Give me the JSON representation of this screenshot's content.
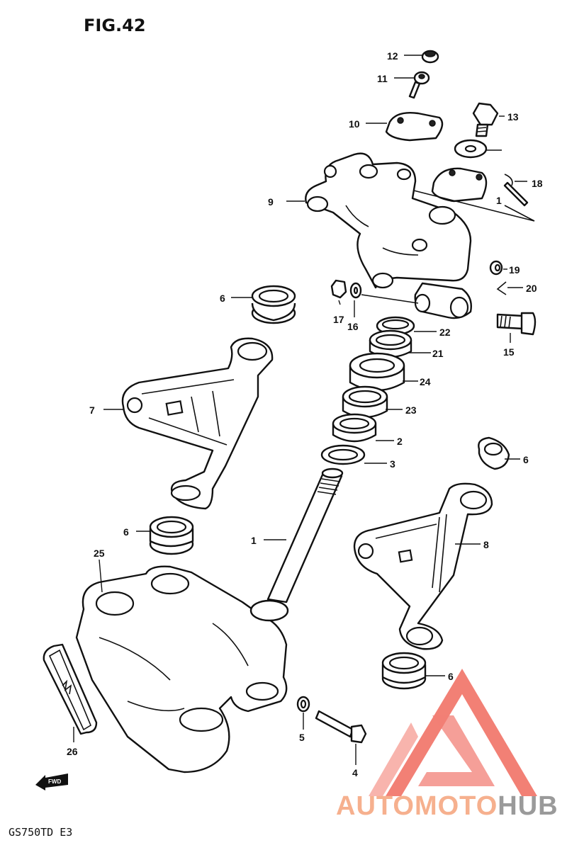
{
  "figure": {
    "title": "FIG.42",
    "model": "GS750TD  E3",
    "fwd": "FWD"
  },
  "labels": [
    {
      "id": "12",
      "text": "12"
    },
    {
      "id": "11",
      "text": "11"
    },
    {
      "id": "10",
      "text": "10"
    },
    {
      "id": "13",
      "text": "13"
    },
    {
      "id": "18",
      "text": "18"
    },
    {
      "id": "1a",
      "text": "1"
    },
    {
      "id": "9",
      "text": "9"
    },
    {
      "id": "19",
      "text": "19"
    },
    {
      "id": "20",
      "text": "20"
    },
    {
      "id": "6a",
      "text": "6"
    },
    {
      "id": "17",
      "text": "17"
    },
    {
      "id": "16",
      "text": "16"
    },
    {
      "id": "22",
      "text": "22"
    },
    {
      "id": "15",
      "text": "15"
    },
    {
      "id": "21",
      "text": "21"
    },
    {
      "id": "24",
      "text": "24"
    },
    {
      "id": "7",
      "text": "7"
    },
    {
      "id": "23",
      "text": "23"
    },
    {
      "id": "2",
      "text": "2"
    },
    {
      "id": "3",
      "text": "3"
    },
    {
      "id": "6b",
      "text": "6"
    },
    {
      "id": "6c",
      "text": "6"
    },
    {
      "id": "1b",
      "text": "1"
    },
    {
      "id": "8",
      "text": "8"
    },
    {
      "id": "25",
      "text": "25"
    },
    {
      "id": "6d",
      "text": "6"
    },
    {
      "id": "5",
      "text": "5"
    },
    {
      "id": "26",
      "text": "26"
    },
    {
      "id": "4",
      "text": "4"
    }
  ],
  "watermark": {
    "part1": "AUTOMOTO",
    "part2": "HUB",
    "color1": "#f6b08e",
    "color2": "#9a9a9a",
    "logo_color": "#f06a5e"
  }
}
